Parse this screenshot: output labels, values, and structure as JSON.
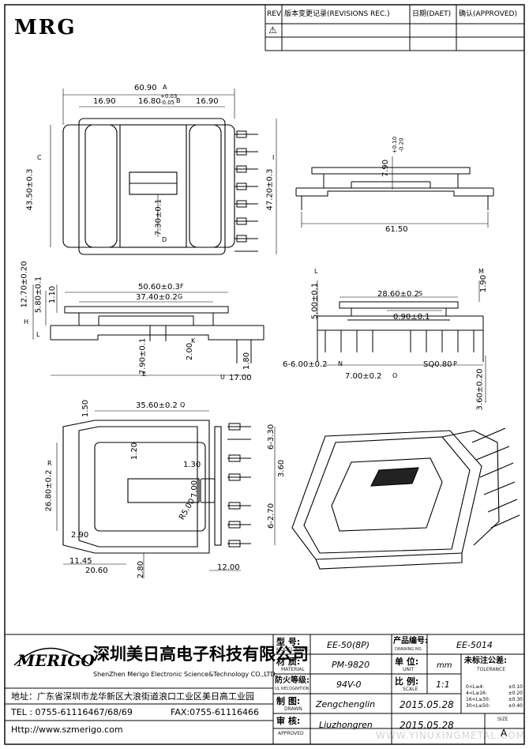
{
  "logo": {
    "text": "MRG"
  },
  "revision_block": {
    "col_rev": "REV",
    "col_record": "版本变更记录(REVISIONS REC.)",
    "col_date": "日期(DAET)",
    "col_approved": "确认(APPROVED)",
    "row_symbol": "⚠"
  },
  "dimensions": {
    "top_view": [
      "60.90",
      "16.90",
      "16.80",
      "+0.03",
      "-0.05",
      "16.90",
      "43.50±0.3",
      "47.20±0.3",
      "7.30±0.1"
    ],
    "top_view_markers": [
      "A",
      "B",
      "C",
      "D",
      "I"
    ],
    "side_view": [
      "7.90",
      "+0.10",
      "-0.20",
      "61.50"
    ],
    "front_view": [
      "50.60±0.3",
      "37.40±0.2",
      "12.70±0.20",
      "5.80±0.1",
      "1.10",
      "7.90±0.1",
      "2.00",
      "1.80",
      "17.00"
    ],
    "front_view_markers": [
      "F",
      "G",
      "H",
      "L",
      "E",
      "K",
      "U"
    ],
    "end_view": [
      "28.60±0.2",
      "0.90±0.1",
      "5.00±0.1",
      "1.90",
      "6-6.00±0.2",
      "7.00±0.2",
      "SQ0.80",
      "3.60±0.20"
    ],
    "end_view_markers": [
      "L",
      "M",
      "S",
      "N",
      "O",
      "P"
    ],
    "bottom_view": [
      "1.50",
      "35.60±0.2",
      "1.20",
      "26.80±0.2",
      "1.30",
      "7.00",
      "R5.00",
      "2.90",
      "11.45",
      "20.60",
      "2.80",
      "12.00",
      "6-3.30",
      "3.60",
      "6-2.70"
    ],
    "bottom_view_markers": [
      "Q",
      "R"
    ]
  },
  "title_block": {
    "company_logo": "MERIGO",
    "company_cn": "深圳美日高电子科技有限公司",
    "company_en": "ShenZhen Merigo Electronic Science&Technology CO.,LTD",
    "address": "地址：广东省深圳市龙华新区大浪街道浪口工业区美日高工业园",
    "tel": "TEL  : 0755-61116467/68/69",
    "fax": "FAX:0755-61116466",
    "http": "Http://www.szmerigo.com",
    "model_label": "型  号:",
    "model_label_en": "MODEL NAME",
    "model_value": "EE-50(8P)",
    "drawing_no_label": "产品编号:",
    "drawing_no_label_en": "DRAWING NO.",
    "drawing_no_value": "EE-5014",
    "material_label": "材  质:",
    "material_label_en": "MATERIAL",
    "material_value": "PM-9820",
    "unit_label": "单  位:",
    "unit_label_en": "UNIT",
    "unit_value": "mm",
    "tolerance_label": "未标注公差:",
    "tolerance_label_en": "TOLERANCE",
    "flame_label": "防火等级:",
    "flame_label_en": "UL RECOGNITION",
    "flame_value": "94V-0",
    "scale_label": "比  例:",
    "scale_label_en": "SCALE",
    "scale_value": "1:1",
    "drawn_label": "制  图:",
    "drawn_label_en": "DRAWN",
    "drawn_value": "Zengchenglin",
    "drawn_date": "2015.05.28",
    "approved_label": "审  核:",
    "approved_label_en": "APPROVED",
    "approved_value": "Liuzhongren",
    "approved_date": "2015.05.28",
    "tolerances": [
      {
        "range": "0<L≤4:",
        "value": "±0.10"
      },
      {
        "range": "4<L≤16:",
        "value": "±0.20"
      },
      {
        "range": "16<L≤30:",
        "value": "±0.30"
      },
      {
        "range": "30<L≤50:",
        "value": "±0.40"
      }
    ],
    "sheet_size_label": "SIZE",
    "sheet_size_value": "A",
    "watermark": "WWW.YINUXINGMETAL.COM"
  }
}
